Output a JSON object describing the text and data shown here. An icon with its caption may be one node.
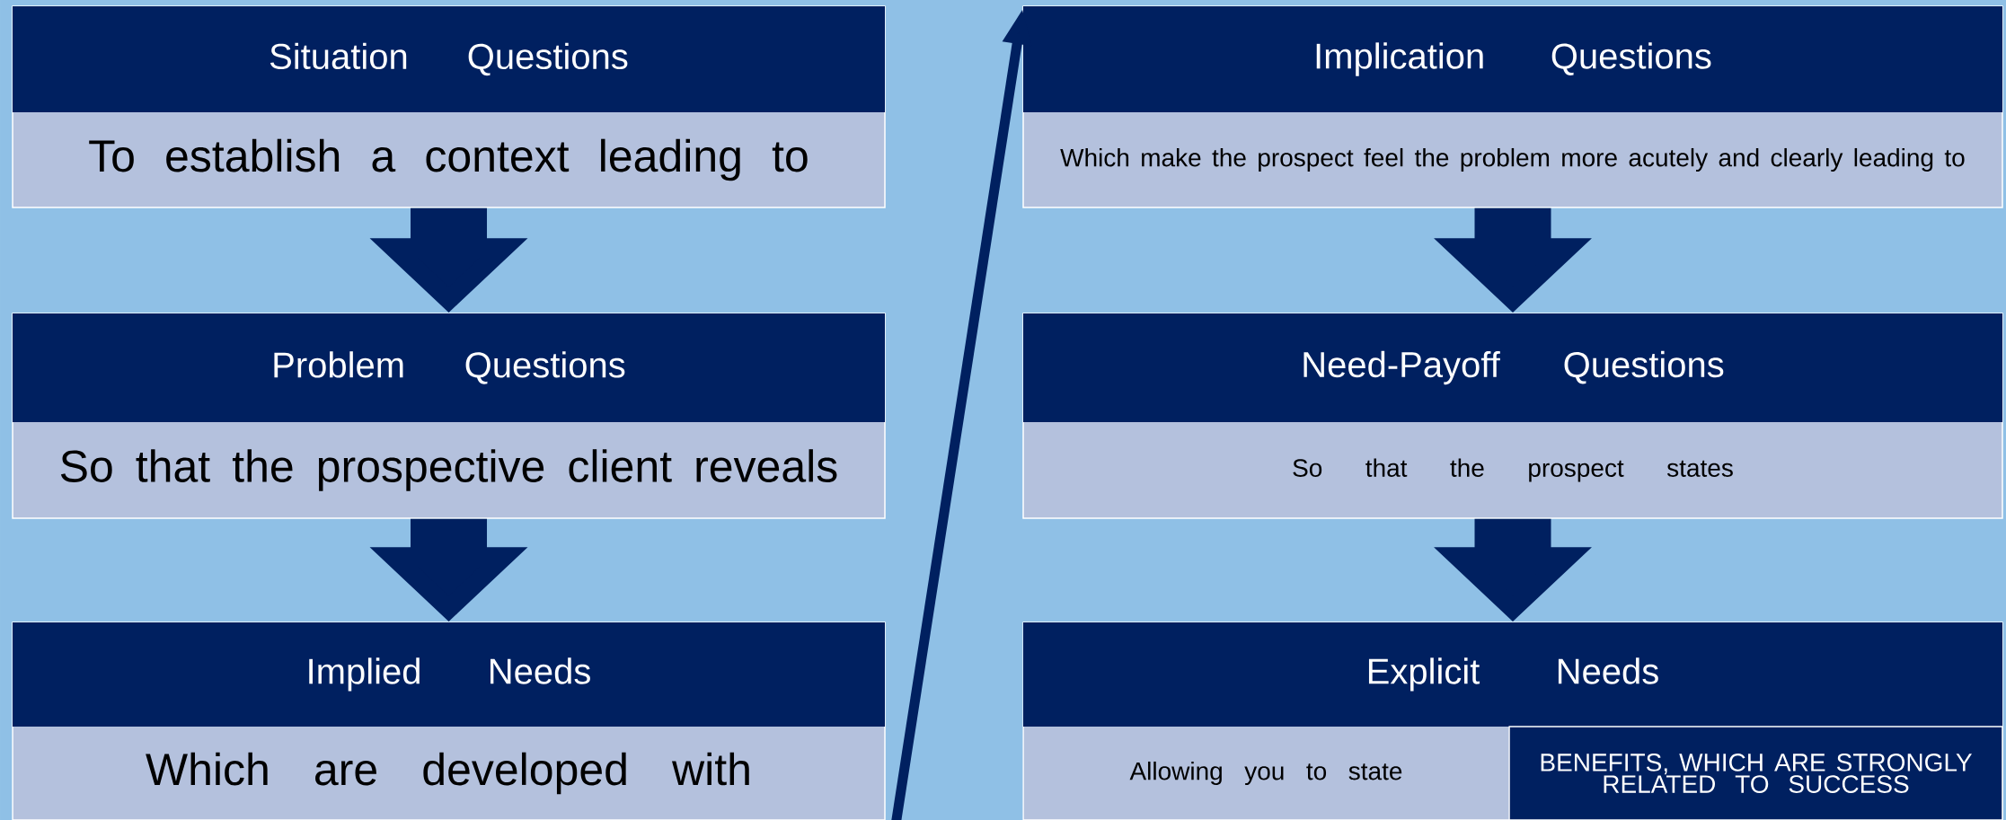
{
  "diagram": {
    "nodes": [
      {
        "text": [
          "Situation Questions",
          "To establish a context leading to"
        ]
      },
      {
        "text": [
          "Problem Questions",
          "So that the prospective client reveals"
        ]
      },
      {
        "text": [
          "Implied Needs",
          "Which are developed with"
        ]
      },
      {
        "text": [
          "Implication Questions",
          "Which make the prospect feel the problem more acutely and clearly leading to"
        ]
      },
      {
        "text": [
          "Need-Payoff Questions",
          "So that the prospect states"
        ]
      },
      {
        "text": [
          "Explicit Needs",
          "Allowing you to state"
        ]
      },
      {
        "text": [
          "BENEFITS, WHICH ARE STRONGLY RELATED TO SUCCESS"
        ],
        "in": 5
      }
    ],
    "edges": [
      {
        "from": 0,
        "to": 1,
        "arrow": "to"
      },
      {
        "from": 1,
        "to": 2,
        "arrow": "to"
      },
      {
        "from": 2,
        "to": 3,
        "arrow": "to"
      },
      {
        "from": 3,
        "to": 4,
        "arrow": "to"
      },
      {
        "from": 4,
        "to": 5,
        "arrow": "to"
      }
    ]
  }
}
